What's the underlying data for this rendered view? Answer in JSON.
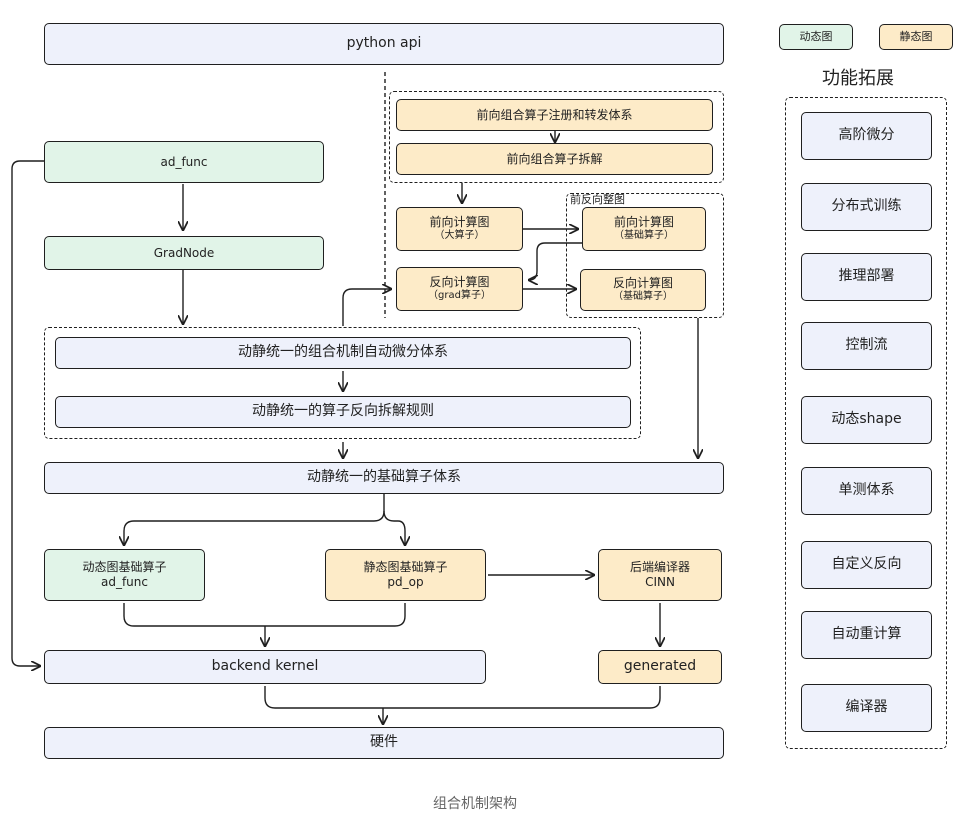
{
  "python_api": "python api",
  "ad_func": "ad_func",
  "gradnode": "GradNode",
  "fwd_register": "前向组合算子注册和转发体系",
  "fwd_split": "前向组合算子拆解",
  "fwd_graph_big": {
    "title": "前向计算图",
    "sub": "（大算子）"
  },
  "bwd_graph_grad": {
    "title": "反向计算图",
    "sub": "（grad算子）"
  },
  "fb_group_label": "前反向整图",
  "fwd_graph_basic": {
    "title": "前向计算图",
    "sub": "（基础算子）"
  },
  "bwd_graph_basic": {
    "title": "反向计算图",
    "sub": "（基础算子）"
  },
  "unified_combo": "动静统一的组合机制自动微分体系",
  "unified_split": "动静统一的算子反向拆解规则",
  "unified_basic": "动静统一的基础算子体系",
  "dyn_basic": {
    "title": "动态图基础算子",
    "sub": "ad_func"
  },
  "static_basic": {
    "title": "静态图基础算子",
    "sub": "pd_op"
  },
  "backend_compiler": {
    "title": "后端编译器",
    "sub": "CINN"
  },
  "backend_kernel": "backend kernel",
  "generated": "generated",
  "hardware": "硬件",
  "legend": {
    "dynamic": "动态图",
    "static": "静态图"
  },
  "features_title": "功能拓展",
  "features": [
    "高阶微分",
    "分布式训练",
    "推理部署",
    "控制流",
    "动态shape",
    "单测体系",
    "自定义反向",
    "自动重计算",
    "编译器"
  ],
  "caption": "组合机制架构",
  "colors": {
    "blue": "#eef1fb",
    "green": "#e1f4e8",
    "yellow": "#fdebc8",
    "stroke": "#1f1f1f"
  }
}
